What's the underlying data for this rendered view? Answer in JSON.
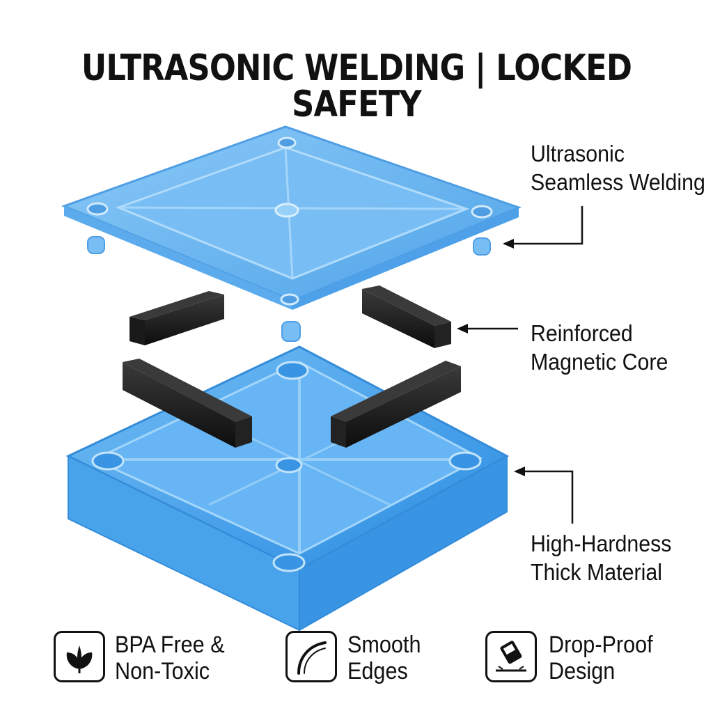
{
  "title": "ULTRASONIC WELDING | LOCKED SAFETY",
  "callouts": {
    "welding": [
      "Ultrasonic",
      "Seamless Welding"
    ],
    "core": [
      "Reinforced",
      "Magnetic Core"
    ],
    "material": [
      "High-Hardness",
      "Thick Material"
    ]
  },
  "features": [
    {
      "icon": "leaf-icon",
      "lines": [
        "BPA Free &",
        "Non-Toxic"
      ]
    },
    {
      "icon": "smooth-curve-icon",
      "lines": [
        "Smooth",
        "Edges"
      ]
    },
    {
      "icon": "drop-proof-icon",
      "lines": [
        "Drop-Proof",
        "Design"
      ]
    }
  ],
  "colors": {
    "plastic": "#4aa8f0",
    "plastic_dark": "#1f7fd8",
    "magnet": "#151515",
    "text": "#111111",
    "background": "#ffffff"
  }
}
